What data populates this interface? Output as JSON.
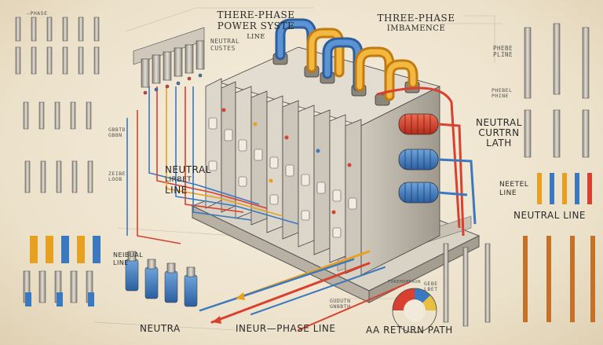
{
  "labels": {
    "top_left_phase": "—PHASE",
    "title_power_l1": "THERE-PHASE",
    "title_power_l2": "POWER SYSTE",
    "title_power_l3": "LINE",
    "title_imbalance_l1": "THREE-PHASE",
    "title_imbalance_l2": "IMBAMENCE",
    "neutral_custes_l1": "NEUTRAL",
    "neutral_custes_l2": "CUSTES",
    "neutral_lirbet_l1": "NEUTRAL",
    "neutral_lirbet_l2": "LIRBET",
    "neutral_lirbet_l3": "LINE",
    "neutral_current_l1": "NEUTRAL",
    "neutral_current_l2": "CURTRN",
    "neutral_current_l3": "LATH",
    "phebe_l1": "PHEBE",
    "phebe_l2": "PLINE",
    "neetel_l1": "NEETEL",
    "neetel_l2": "LINE",
    "neutral_line_right": "NEUTRAL LINE",
    "neibual_l1": "NEIBUAL",
    "neibual_l2": "LINE",
    "neutra_bottom": "NEUTRA",
    "ineur_phase_line": "INEUR—PHASE LINE",
    "return_path": "AA RETURN PATH",
    "guduth_l1": "GUDUTN",
    "guduth_l2": "GNBBTH",
    "gebe_l1": "GEBE",
    "gebe_l2": "LBET",
    "meter_caption": "THREMOMBAUN",
    "left_note_1_l1": "GBBTD",
    "left_note_1_l2": "GBBN",
    "left_note_2_l1": "ZEIBE",
    "left_note_2_l2": "LOOB",
    "right_note_l1": "PHEBEL",
    "right_note_l2": "PHINE"
  },
  "colors": {
    "phase_red": "#d8402f",
    "phase_yellow": "#e8a020",
    "phase_blue": "#3a78c0",
    "neutral_line": "#4e86c4",
    "steel": "#b9b4aa",
    "ink": "#2a2a2a"
  },
  "icons": [
    "insulator-icon",
    "busbar-icon",
    "breaker-icon",
    "pie-meter-icon"
  ]
}
